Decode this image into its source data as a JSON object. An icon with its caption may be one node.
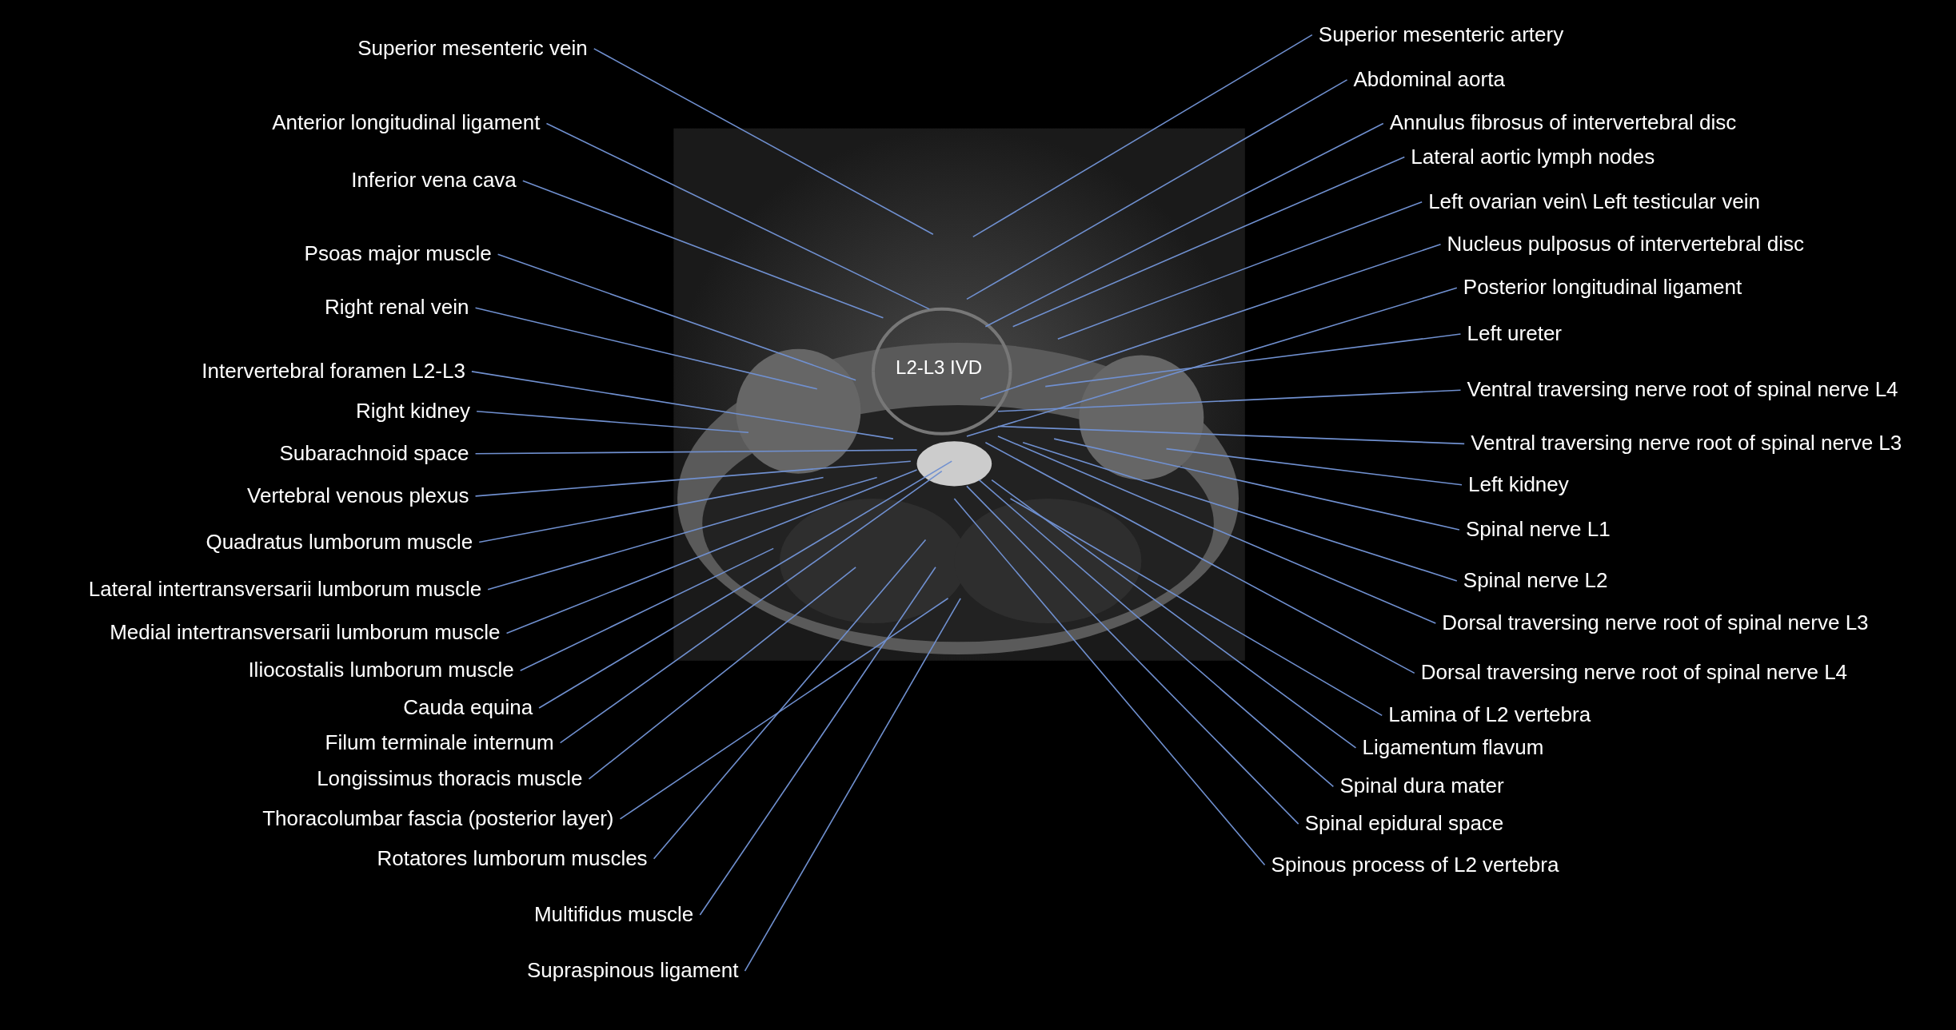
{
  "diagram": {
    "nodes": [
      {
        "text": [
          "Superior mesenteric vein"
        ]
      },
      {
        "text": [
          "Anterior longitudinal ligament"
        ]
      },
      {
        "text": [
          "Inferior vena cava"
        ]
      },
      {
        "text": [
          "Psoas major muscle"
        ]
      },
      {
        "text": [
          "Right renal vein"
        ]
      },
      {
        "text": [
          "Intervertebral foramen L2-L3"
        ]
      },
      {
        "text": [
          "Right kidney"
        ]
      },
      {
        "text": [
          "Subarachnoid space"
        ]
      },
      {
        "text": [
          "Vertebral venous plexus"
        ]
      },
      {
        "text": [
          "Quadratus lumborum muscle"
        ]
      },
      {
        "text": [
          "Lateral intertransversarii lumborum muscle"
        ]
      },
      {
        "text": [
          "Medial intertransversarii lumborum muscle"
        ]
      },
      {
        "text": [
          "Iliocostalis lumborum muscle"
        ]
      },
      {
        "text": [
          "Cauda equina"
        ]
      },
      {
        "text": [
          "Filum terminale internum"
        ]
      },
      {
        "text": [
          "Longissimus thoracis muscle"
        ]
      },
      {
        "text": [
          "Thoracolumbar fascia (posterior layer)"
        ]
      },
      {
        "text": [
          "Rotatores lumborum muscles"
        ]
      },
      {
        "text": [
          "Multifidus muscle"
        ]
      },
      {
        "text": [
          "Supraspinous ligament"
        ]
      },
      {
        "text": [
          "Superior mesenteric artery"
        ]
      },
      {
        "text": [
          "Abdominal aorta"
        ]
      },
      {
        "text": [
          "Annulus fibrosus of intervertebral disc"
        ]
      },
      {
        "text": [
          "Lateral aortic lymph nodes"
        ]
      },
      {
        "text": [
          "Left ovarian vein\\ Left testicular vein"
        ]
      },
      {
        "text": [
          "Nucleus pulposus of intervertebral disc"
        ]
      },
      {
        "text": [
          "Posterior longitudinal ligament"
        ]
      },
      {
        "text": [
          "Left ureter"
        ]
      },
      {
        "text": [
          "Ventral traversing nerve root of spinal nerve L4"
        ]
      },
      {
        "text": [
          "Ventral traversing nerve root of spinal nerve L3"
        ]
      },
      {
        "text": [
          "Left kidney"
        ]
      },
      {
        "text": [
          "Spinal nerve L1"
        ]
      },
      {
        "text": [
          "Spinal nerve L2"
        ]
      },
      {
        "text": [
          "Dorsal traversing nerve root of spinal nerve L3"
        ]
      },
      {
        "text": [
          "Dorsal traversing nerve root of spinal nerve L4"
        ]
      },
      {
        "text": [
          "Lamina of L2 vertebra"
        ]
      },
      {
        "text": [
          "Ligamentum flavum"
        ]
      },
      {
        "text": [
          "Spinal dura mater"
        ]
      },
      {
        "text": [
          "Spinal epidural space"
        ]
      },
      {
        "text": [
          "Spinous process of L2 vertebra"
        ]
      }
    ],
    "edges": [
      {
        "from": 0,
        "to": null,
        "arrow": "none"
      },
      {
        "from": 1,
        "to": null,
        "arrow": "none"
      },
      {
        "from": 2,
        "to": null,
        "arrow": "none"
      },
      {
        "from": 3,
        "to": null,
        "arrow": "none"
      },
      {
        "from": 4,
        "to": null,
        "arrow": "none"
      },
      {
        "from": 5,
        "to": null,
        "arrow": "none"
      },
      {
        "from": 6,
        "to": null,
        "arrow": "none"
      },
      {
        "from": 7,
        "to": null,
        "arrow": "none"
      },
      {
        "from": 8,
        "to": null,
        "arrow": "none"
      },
      {
        "from": 9,
        "to": null,
        "arrow": "none"
      },
      {
        "from": 10,
        "to": null,
        "arrow": "none"
      },
      {
        "from": 11,
        "to": null,
        "arrow": "none"
      },
      {
        "from": 12,
        "to": null,
        "arrow": "none"
      },
      {
        "from": 13,
        "to": null,
        "arrow": "none"
      },
      {
        "from": 14,
        "to": null,
        "arrow": "none"
      },
      {
        "from": 15,
        "to": null,
        "arrow": "none"
      },
      {
        "from": 16,
        "to": null,
        "arrow": "none"
      },
      {
        "from": 17,
        "to": null,
        "arrow": "none"
      },
      {
        "from": 18,
        "to": null,
        "arrow": "none"
      },
      {
        "from": 19,
        "to": null,
        "arrow": "none"
      },
      {
        "from": 20,
        "to": null,
        "arrow": "none"
      },
      {
        "from": 21,
        "to": null,
        "arrow": "none"
      },
      {
        "from": 22,
        "to": null,
        "arrow": "none"
      },
      {
        "from": 23,
        "to": null,
        "arrow": "none"
      },
      {
        "from": 24,
        "to": null,
        "arrow": "none"
      },
      {
        "from": 25,
        "to": null,
        "arrow": "none"
      },
      {
        "from": 26,
        "to": null,
        "arrow": "none"
      },
      {
        "from": 27,
        "to": null,
        "arrow": "none"
      },
      {
        "from": 28,
        "to": null,
        "arrow": "none"
      },
      {
        "from": 29,
        "to": null,
        "arrow": "none"
      },
      {
        "from": 30,
        "to": null,
        "arrow": "none"
      },
      {
        "from": 31,
        "to": null,
        "arrow": "none"
      },
      {
        "from": 32,
        "to": null,
        "arrow": "none"
      },
      {
        "from": 33,
        "to": null,
        "arrow": "none"
      },
      {
        "from": 34,
        "to": null,
        "arrow": "none"
      },
      {
        "from": 35,
        "to": null,
        "arrow": "none"
      },
      {
        "from": 36,
        "to": null,
        "arrow": "none"
      },
      {
        "from": 37,
        "to": null,
        "arrow": "none"
      },
      {
        "from": 38,
        "to": null,
        "arrow": "none"
      },
      {
        "from": 39,
        "to": null,
        "arrow": "none"
      }
    ],
    "labels": [
      "L2-L3 IVD"
    ]
  }
}
